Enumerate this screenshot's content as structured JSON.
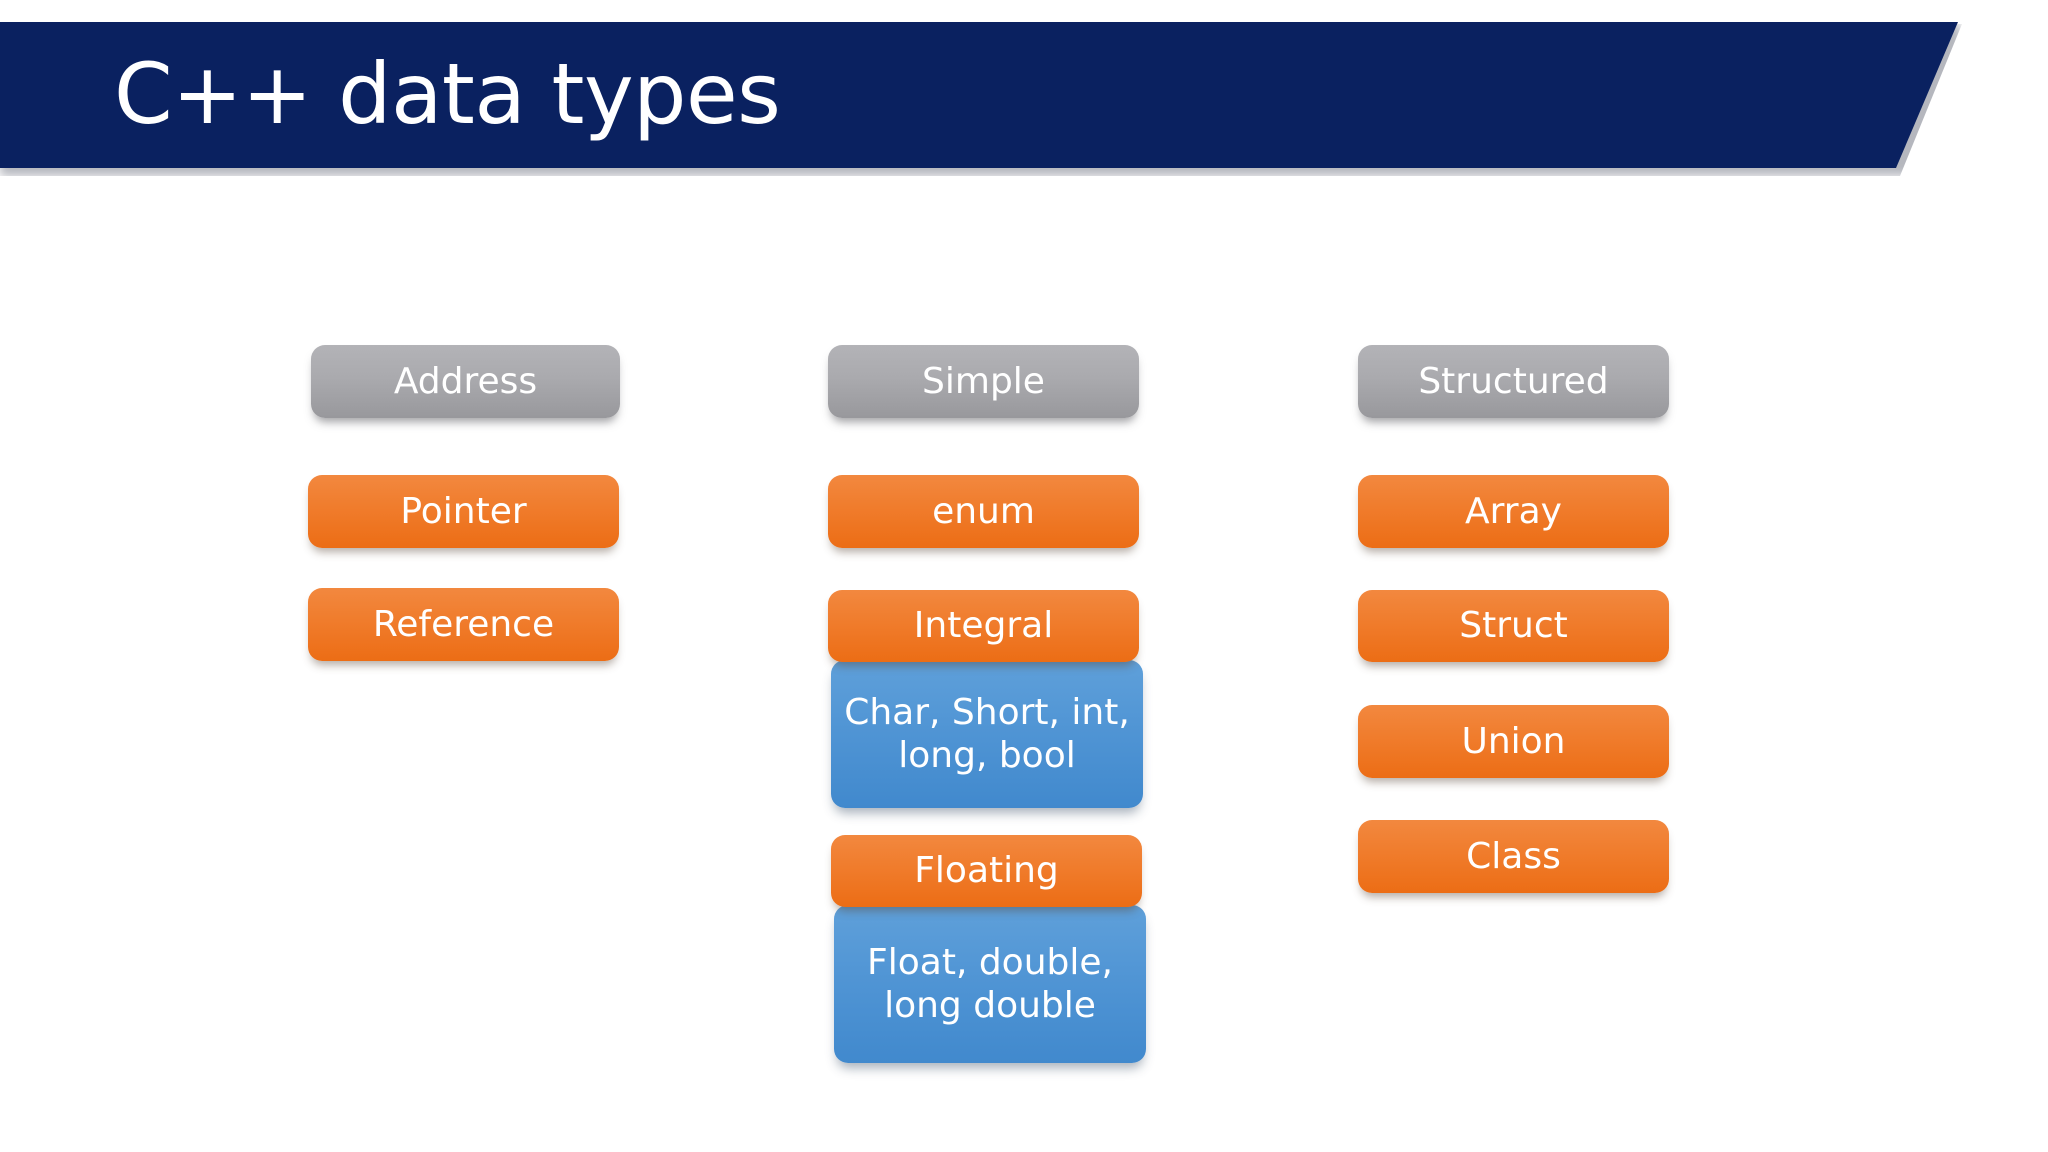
{
  "slide": {
    "title": "C++ data types",
    "background_color": "#ffffff",
    "banner_color": "#0a2160",
    "title_color": "#ffffff"
  },
  "palette": {
    "navy": "#0a2160",
    "grey": "#aaaaae",
    "orange": "#f07c2c",
    "blue": "#4f94d4",
    "text_on_box": "#ffffff"
  },
  "columns": [
    {
      "id": "address",
      "header": "Address",
      "items": [
        {
          "label": "Pointer",
          "kind": "orange"
        },
        {
          "label": "Reference",
          "kind": "orange"
        }
      ]
    },
    {
      "id": "simple",
      "header": "Simple",
      "items": [
        {
          "label": "enum",
          "kind": "orange"
        },
        {
          "label": "Integral",
          "kind": "orange",
          "detail": "Char, Short, int, long, bool"
        },
        {
          "label": "Floating",
          "kind": "orange",
          "detail": "Float, double, long double"
        }
      ]
    },
    {
      "id": "structured",
      "header": "Structured",
      "items": [
        {
          "label": "Array",
          "kind": "orange"
        },
        {
          "label": "Struct",
          "kind": "orange"
        },
        {
          "label": "Union",
          "kind": "orange"
        },
        {
          "label": "Class",
          "kind": "orange"
        }
      ]
    }
  ]
}
